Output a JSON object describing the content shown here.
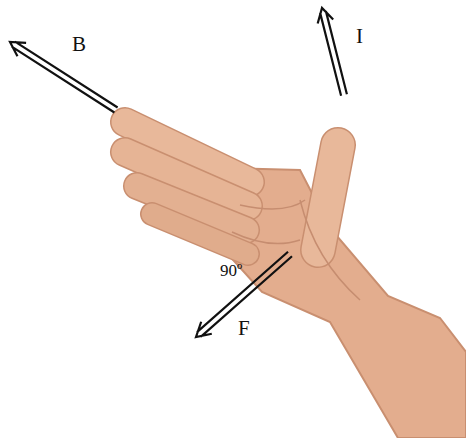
{
  "diagram": {
    "labels": [
      "B",
      "I",
      "F",
      "90º"
    ]
  }
}
